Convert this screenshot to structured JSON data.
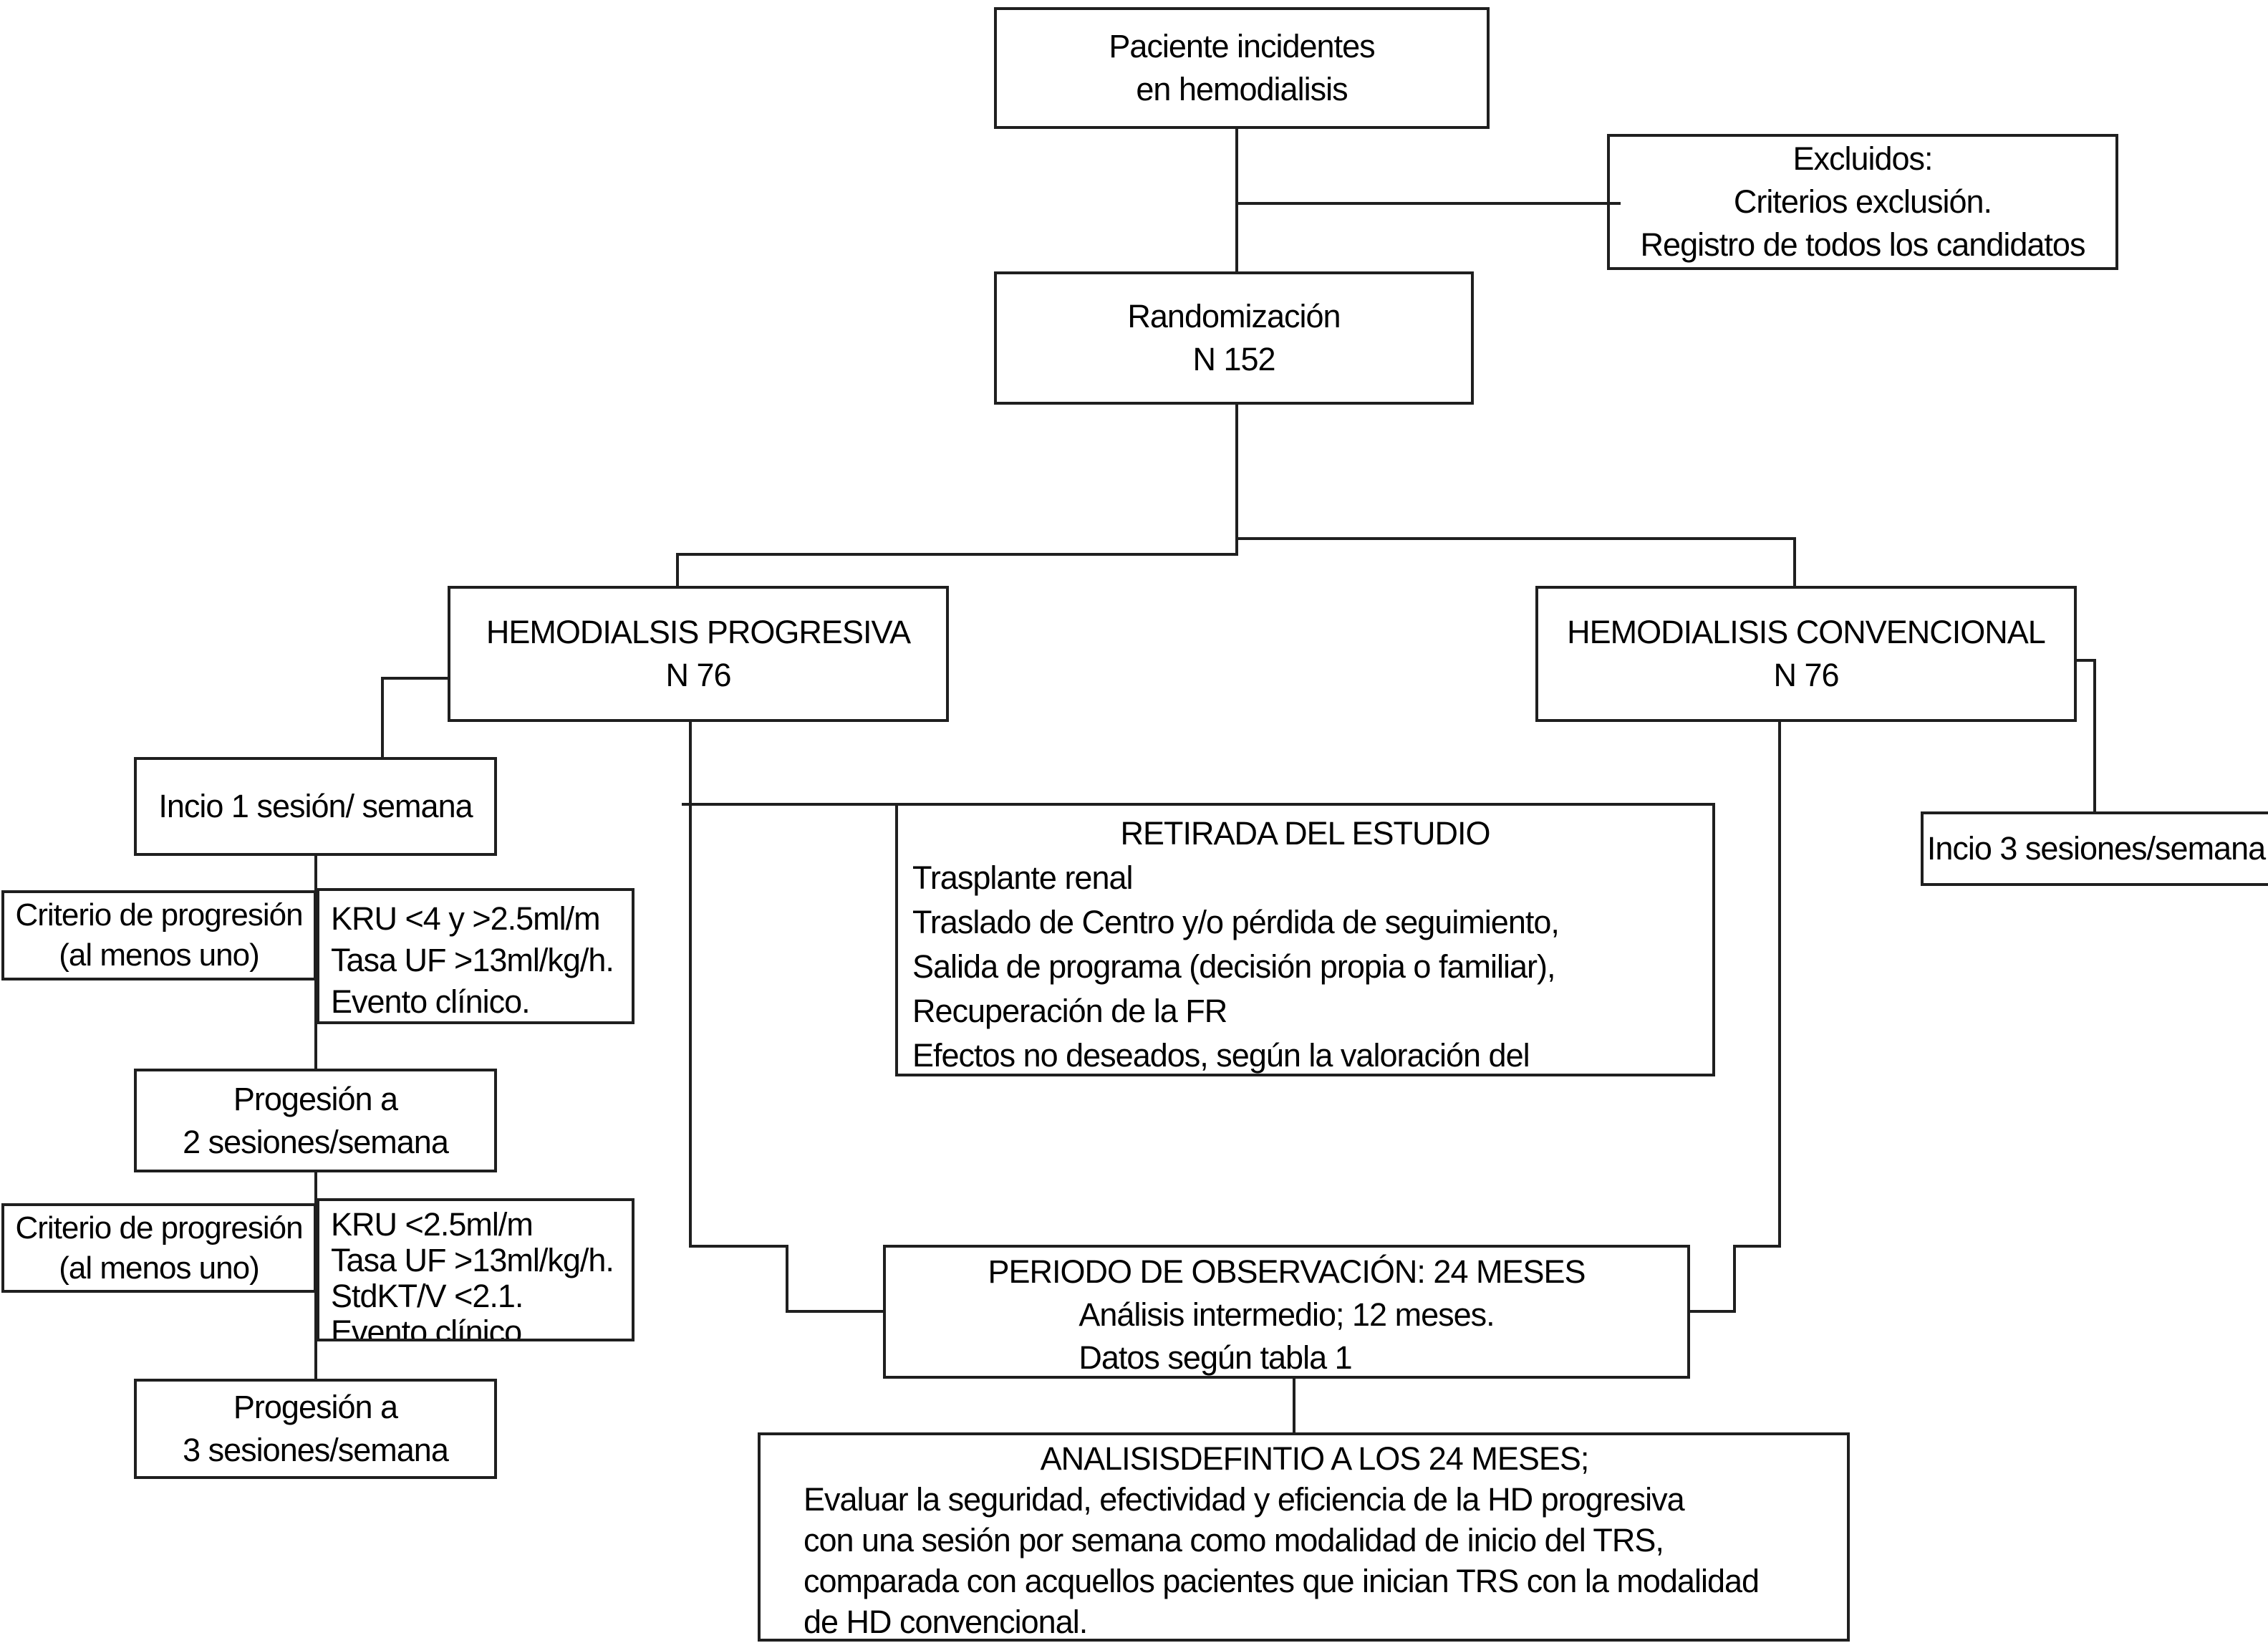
{
  "diagram": {
    "paciente": {
      "lines": [
        "Paciente incidentes",
        "en hemodialisis"
      ]
    },
    "excluidos": {
      "lines": [
        "Excluidos:",
        "Criterios exclusión.",
        "Registro de todos los candidatos"
      ]
    },
    "randomizacion": {
      "lines": [
        "Randomización",
        "N 152"
      ]
    },
    "progresiva": {
      "lines": [
        "HEMODIALSIS PROGRESIVA",
        "N 76"
      ]
    },
    "convencional": {
      "lines": [
        "HEMODIALISIS CONVENCIONAL",
        "N 76"
      ]
    },
    "incio1": {
      "lines": [
        "Incio 1 sesión/ semana"
      ]
    },
    "criterio1": {
      "lines": [
        "Criterio de progresión",
        "(al menos uno)"
      ]
    },
    "kru1": {
      "lines": [
        "KRU <4 y >2.5ml/m",
        "Tasa UF >13ml/kg/h.",
        "Evento clínico."
      ]
    },
    "retirada": {
      "title": "RETIRADA DEL ESTUDIO",
      "lines": [
        "Trasplante renal",
        "Traslado de Centro y/o pérdida de seguimiento,",
        "Salida de programa (decisión propia o familiar),",
        "Recuperación de la FR",
        "Efectos no deseados, según la valoración del investigador"
      ]
    },
    "incio3": {
      "lines": [
        "Incio 3 sesiones/semana"
      ]
    },
    "progresion2": {
      "lines": [
        "Progesión a",
        "2 sesiones/semana"
      ]
    },
    "criterio2": {
      "lines": [
        "Criterio de progresión",
        "(al menos uno)"
      ]
    },
    "kru2": {
      "lines": [
        "KRU <2.5ml/m",
        "Tasa UF >13ml/kg/h.",
        "StdKT/V <2.1.",
        "Evento clínico."
      ]
    },
    "progresion3": {
      "lines": [
        "Progesión a",
        "3 sesiones/semana"
      ]
    },
    "periodo": {
      "title": "PERIODO DE OBSERVACIÓN: 24 MESES",
      "lines": [
        "Análisis intermedio; 12 meses.",
        "Datos según tabla 1"
      ]
    },
    "analisis": {
      "title": "ANALISISDEFINTIO A LOS 24 MESES;",
      "lines": [
        "Evaluar la seguridad, efectividad y eficiencia de la HD progresiva",
        "con una sesión por semana como modalidad de inicio del TRS,",
        "comparada con acquellos pacientes que inician TRS con la modalidad",
        "de HD convencional."
      ]
    }
  },
  "colors": {
    "border": "#1f1f1f",
    "background": "#ffffff",
    "text": "#000000"
  }
}
